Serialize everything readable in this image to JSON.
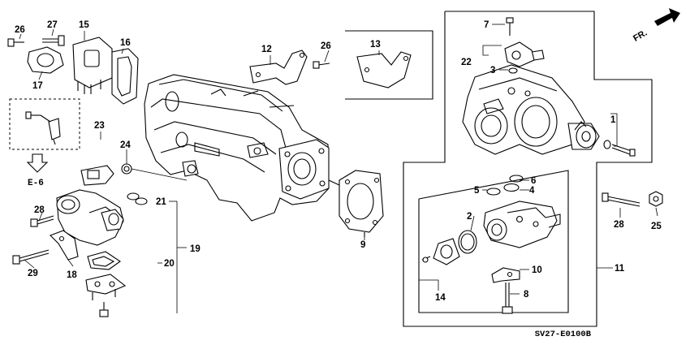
{
  "diagram": {
    "code": "SV27-E0100B",
    "ref_section": "E-6",
    "direction_label": "FR."
  },
  "callouts": {
    "c1": "1",
    "c2": "2",
    "c3": "3",
    "c4": "4",
    "c5": "5",
    "c6": "6",
    "c7": "7",
    "c8": "8",
    "c9": "9",
    "c10": "10",
    "c11": "11",
    "c12": "12",
    "c13": "13",
    "c14": "14",
    "c15": "15",
    "c16": "16",
    "c17": "17",
    "c18": "18",
    "c19": "19",
    "c20": "20",
    "c21": "21",
    "c22": "22",
    "c23": "23",
    "c24": "24",
    "c25": "25",
    "c26a": "26",
    "c26b": "26",
    "c27": "27",
    "c28a": "28",
    "c28b": "28",
    "c29": "29"
  }
}
